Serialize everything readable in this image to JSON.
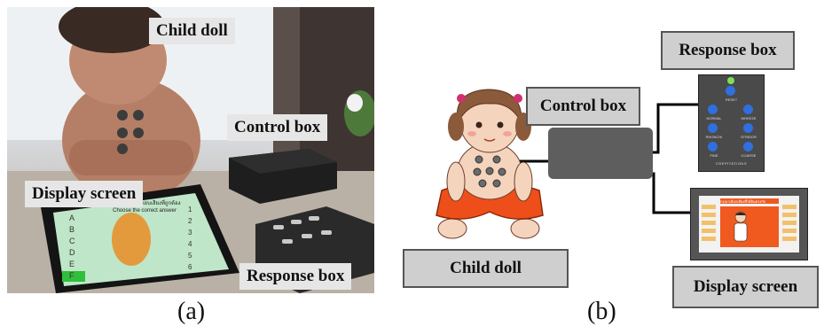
{
  "panel_a": {
    "caption": "(a)",
    "labels": {
      "child_doll": "Child doll",
      "control_box": "Control box",
      "display_screen": "Display screen",
      "response_box": "Response box"
    },
    "tablet_letters": [
      "A",
      "B",
      "C",
      "D",
      "E",
      "F"
    ],
    "tablet_numbers": [
      "1",
      "2",
      "3",
      "4",
      "5",
      "6"
    ],
    "tablet_title": "กรุณาเลือกคำตอบเสียงที่ถูกต้อง",
    "tablet_subtitle": "Choose the correct answer"
  },
  "panel_b": {
    "caption": "(b)",
    "labels": {
      "child_doll": "Child doll",
      "control_box": "Control box",
      "response_box": "Response box",
      "display_screen": "Display screen"
    },
    "response_buttons": [
      "RESET",
      "NORMAL",
      "WHEEZE",
      "RHONCHI",
      "STRIDOR",
      "FINE",
      "COARSE",
      "CREPITATIONS"
    ],
    "screen_banner": "กรุณาเลือกเสียงที่ได้ยินตรงกับ"
  },
  "colors": {
    "box_fill": "#cfcfcf",
    "control_box": "#5e5e5e",
    "response_panel": "#4a4a4a",
    "button_blue": "#2f6fe0",
    "indicator_green": "#7fe05a",
    "screen_orange": "#f05a1e"
  }
}
